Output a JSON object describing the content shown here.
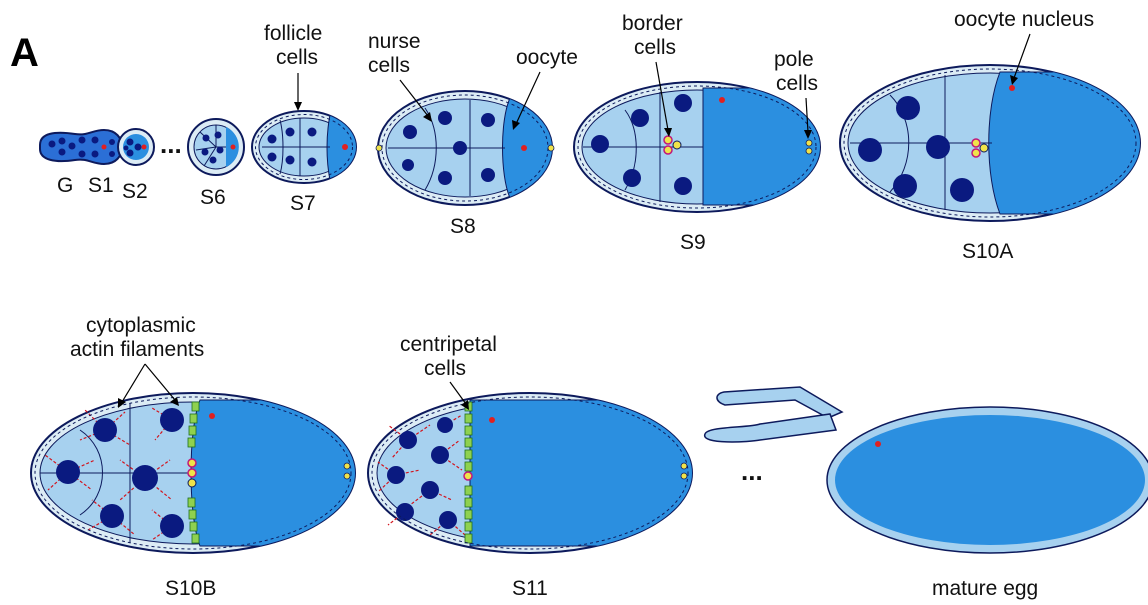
{
  "panel_label": "A",
  "stages": {
    "g": "G",
    "s1": "S1",
    "s2": "S2",
    "s6": "S6",
    "s7": "S7",
    "s8": "S8",
    "s9": "S9",
    "s10a": "S10A",
    "s10b": "S10B",
    "s11": "S11",
    "mature": "mature egg"
  },
  "annotations": {
    "follicle_cells": [
      "follicle",
      "cells"
    ],
    "nurse_cells": [
      "nurse",
      "cells"
    ],
    "oocyte": "oocyte",
    "border_cells": [
      "border",
      "cells"
    ],
    "pole_cells": [
      "pole",
      "cells"
    ],
    "oocyte_nucleus": "oocyte nucleus",
    "actin": [
      "cytoplasmic",
      "actin filaments"
    ],
    "centripetal": [
      "centripetal",
      "cells"
    ]
  },
  "ellipsis": "...",
  "colors": {
    "outline": "#0d1a5c",
    "follicle_layer": "#dcecf5",
    "nurse_cytoplasm": "#a7d1ef",
    "ooplasm": "#2b8fe0",
    "nucleus": "#0a1a80",
    "oocyte_nucleus": "#e02020",
    "actin": "#d2141e",
    "centripetal": "#8fd14f",
    "border": "#f0e34a"
  }
}
